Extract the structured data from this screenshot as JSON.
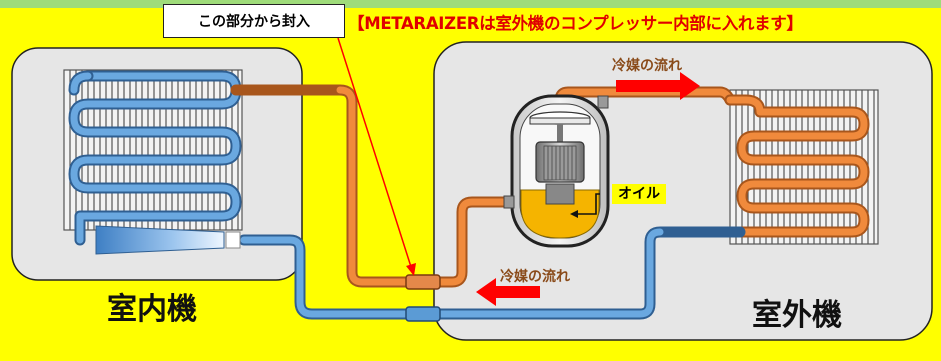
{
  "callout": {
    "text": "この部分から封入"
  },
  "headline": {
    "text": "【METARAIZERは室外機のコンプレッサー内部に入れます】"
  },
  "indoor_unit": {
    "label": "室内機"
  },
  "outdoor_unit": {
    "label": "室外機"
  },
  "flow_top": {
    "label": "冷媒の流れ"
  },
  "flow_bottom": {
    "label": "冷媒の流れ"
  },
  "oil": {
    "label": "オイル"
  },
  "colors": {
    "background": "#ffff00",
    "unit_panel": "#e6e6e6",
    "hot_pipe": "#f08a3c",
    "cold_pipe": "#5b9bd5",
    "arrow_red": "#ff0000",
    "oil": "#f5b400",
    "top_band": "#9fdc7a"
  }
}
